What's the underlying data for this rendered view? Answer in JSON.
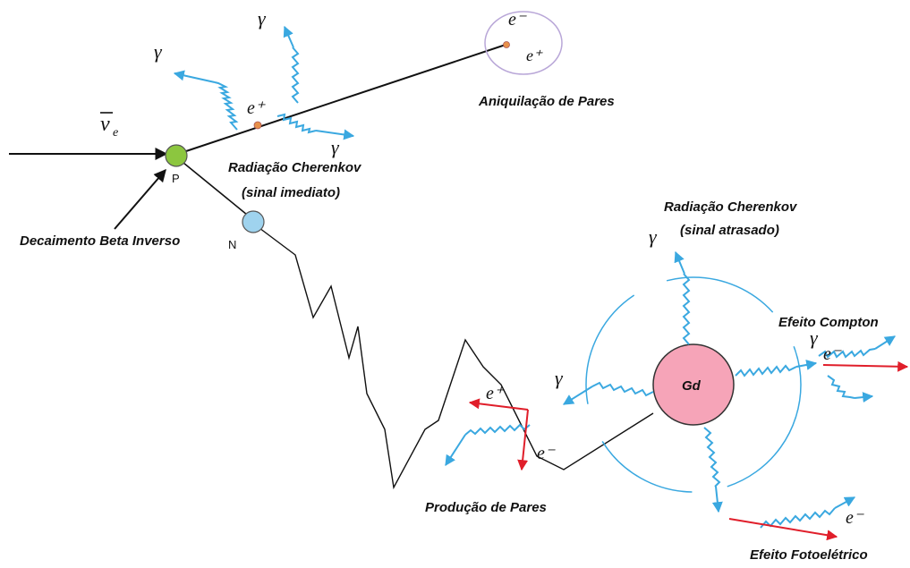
{
  "labels": {
    "inverse_beta": "Decaimento Beta Inverso",
    "cherenkov_immediate_1": "Radiação Cherenkov",
    "cherenkov_immediate_2": "(sinal imediato)",
    "cherenkov_delayed_1": "Radiação Cherenkov",
    "cherenkov_delayed_2": "(sinal atrasado)",
    "pair_annihilation": "Aniquilação de Pares",
    "pair_production": "Produção de Pares",
    "compton": "Efeito Compton",
    "photoelectric": "Efeito Fotoelétrico"
  },
  "symbols": {
    "antineutrino": "ν",
    "antineutrino_sub": "e",
    "gamma": "γ",
    "electron": "e⁻",
    "positron": "e⁺",
    "proton": "P",
    "neutron": "N",
    "gadolinium": "Gd"
  },
  "colors": {
    "photon": "#3aa8e0",
    "electron_track": "#e01e2a",
    "proton": "#8cc63f",
    "neutron": "#9fd3ee",
    "positron_dot": "#e8914a",
    "gd": "#f6a4b8",
    "capture_ring": "#3aa8e0",
    "annihilation_ring": "#b9a7d8"
  }
}
